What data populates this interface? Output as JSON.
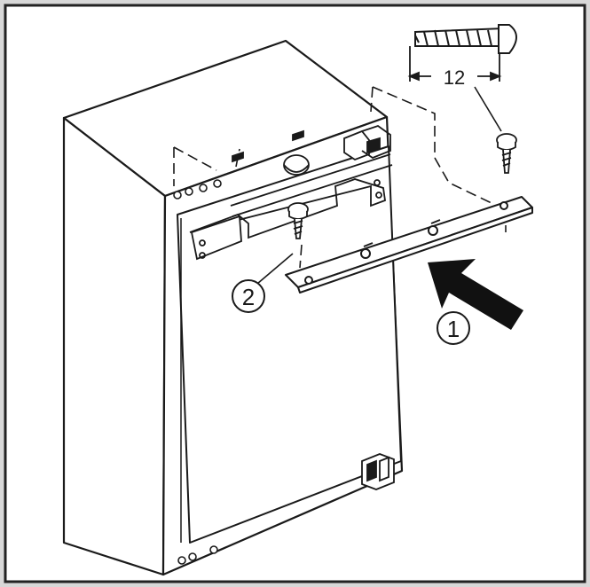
{
  "diagram": {
    "screw_length_label": "12",
    "callouts": [
      {
        "id": "step-1",
        "label": "1"
      },
      {
        "id": "step-2",
        "label": "2"
      }
    ],
    "colors": {
      "background": "#d8d8d8",
      "panel": "#ffffff",
      "frame": "#222222",
      "line": "#1a1a1a",
      "arrow": "#111111"
    }
  }
}
